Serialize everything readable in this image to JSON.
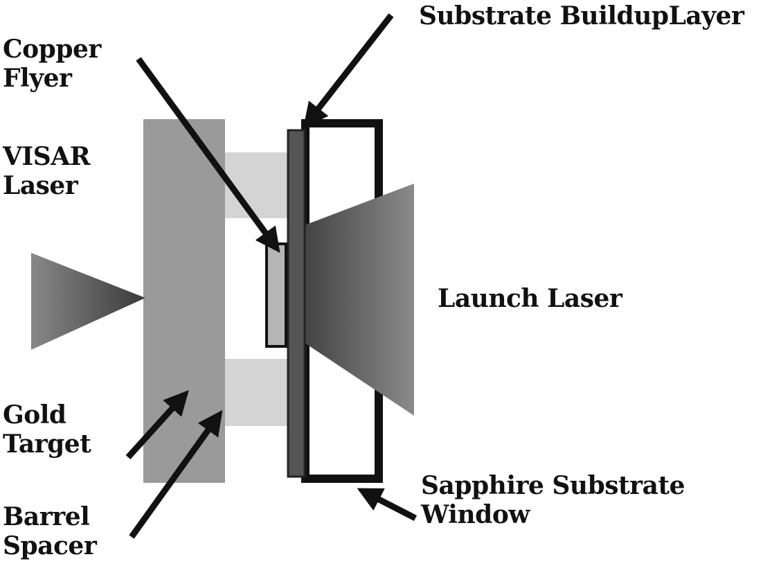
{
  "labels": {
    "substrate_buildup": "Substrate BuildupLayer",
    "copper_flyer": [
      "Copper",
      "Flyer"
    ],
    "visar_laser": [
      "VISAR",
      "Laser"
    ],
    "launch_laser": "Launch Laser",
    "gold_target": [
      "Gold",
      "Target"
    ],
    "barrel_spacer": [
      "Barrel",
      "Spacer"
    ],
    "sapphire_window": [
      "Sapphire Substrate",
      "Window"
    ]
  },
  "colors": {
    "ink": "#111111",
    "gold_target": "#9a9a9a",
    "barrel_spacer": "#d4d4d4",
    "buildup_layer": "#555555",
    "flyer": "#b5b5b5",
    "launch_laser": "#6a6a6a",
    "visar_laser": "#5a5a5a"
  }
}
